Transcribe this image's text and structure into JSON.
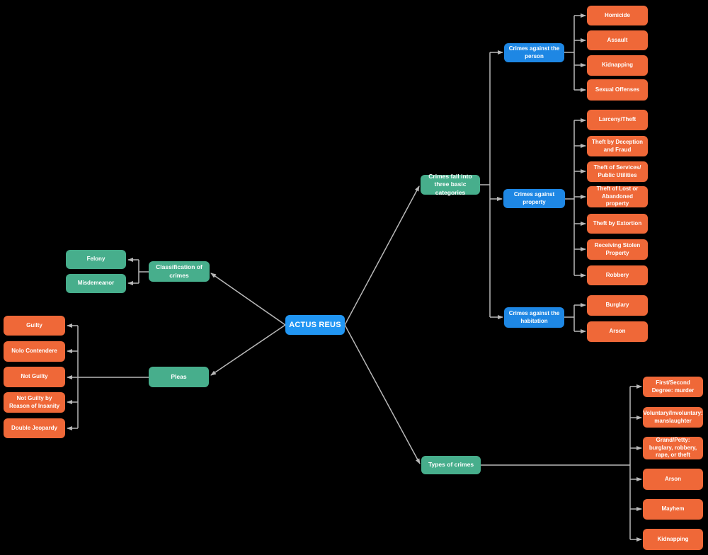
{
  "mindmap": {
    "root": "ACTUS REUS",
    "classification": {
      "label": "Classification of crimes",
      "children": [
        "Felony",
        "Misdemeanor"
      ]
    },
    "pleas": {
      "label": "Pleas",
      "children": [
        "Guilty",
        "Nolo Contendere",
        "Not Guilty",
        "Not Guilty by Reason of Insanity",
        "Double Jeopardy"
      ]
    },
    "categories": {
      "label": "Crimes fall into three basic categories",
      "person": {
        "label": "Crimes against the person",
        "children": [
          "Homicide",
          "Assault",
          "Kidnapping",
          "Sexual Offenses"
        ]
      },
      "property": {
        "label": "Crimes against property",
        "children": [
          "Larceny/Theft",
          "Theft by Deception and Fraud",
          "Theft of Services/ Public Utilities",
          "Theft of Lost or Abandoned property",
          "Theft by Extortion",
          "Receiving Stolen Property",
          "Robbery"
        ]
      },
      "habitation": {
        "label": "Crimes against the habitation",
        "children": [
          "Burglary",
          "Arson"
        ]
      }
    },
    "types": {
      "label": "Types of crimes",
      "children": [
        "First/Second Degree: murder",
        "Voluntary/Involuntary: manslaughter",
        "Grand/Petty: burglary, robbery, rape, or theft",
        "Arson",
        "Mayhem",
        "Kidnapping"
      ]
    }
  },
  "colors": {
    "background": "#000000",
    "root_node": "#2196F3",
    "branch_blue": "#1E87E4",
    "branch_green": "#47AE8C",
    "leaf_orange": "#EF6838",
    "connector": "#B8B8B8",
    "text": "#FFFFFF"
  }
}
